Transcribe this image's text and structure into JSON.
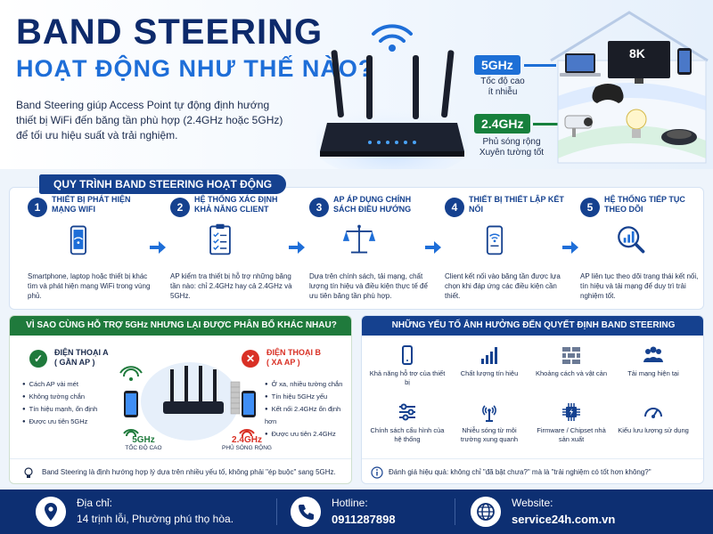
{
  "hero": {
    "title_line1": "BAND STEERING",
    "title_line2": "HOẠT ĐỘNG NHƯ THẾ NÀO?",
    "intro": "Band Steering giúp Access Point tự động định hướng thiết bị WiFi đến băng tần phù hợp (2.4GHz hoặc 5GHz) để tối ưu hiệu suất và trải nghiệm.",
    "band5": {
      "label": "5GHz",
      "desc1": "Tốc độ cao",
      "desc2": "ít nhiễu",
      "tv_label": "8K"
    },
    "band24": {
      "label": "2.4GHz",
      "desc1": "Phủ sóng rộng",
      "desc2": "Xuyên tường tốt"
    }
  },
  "process": {
    "title": "QUY TRÌNH BAND STEERING HOẠT ĐỘNG",
    "steps": [
      {
        "num": "1",
        "title": "THIẾT BỊ PHÁT HIỆN MẠNG WIFI",
        "desc": "Smartphone, laptop hoặc thiết bị khác tìm và phát hiện mạng WiFi trong vùng phủ.",
        "icon": "smartphone-wifi-icon"
      },
      {
        "num": "2",
        "title": "HỆ THỐNG XÁC ĐỊNH KHẢ NĂNG CLIENT",
        "desc": "AP kiểm tra thiết bị hỗ trợ những băng tần nào: chỉ 2.4GHz hay cả 2.4GHz và 5GHz.",
        "icon": "checklist-icon"
      },
      {
        "num": "3",
        "title": "AP ÁP DỤNG CHÍNH SÁCH ĐIỀU HƯỚNG",
        "desc": "Dựa trên chính sách, tải mạng, chất lượng tín hiệu và điều kiện thực tế để ưu tiên băng tần phù hợp.",
        "icon": "balance-scale-icon"
      },
      {
        "num": "4",
        "title": "THIẾT BỊ THIẾT LẬP KẾT NỐI",
        "desc": "Client kết nối vào băng tần được lựa chọn khi đáp ứng các điều kiện cần thiết.",
        "icon": "phone-connect-icon"
      },
      {
        "num": "5",
        "title": "HỆ THỐNG TIẾP TỤC THEO DÕI",
        "desc": "AP liên tục theo dõi trạng thái kết nối, tín hiệu và tải mạng để duy trì trải nghiệm tốt.",
        "icon": "magnifier-chart-icon"
      }
    ]
  },
  "why": {
    "title": "VÌ SAO CÙNG HỖ TRỢ 5GHz NHƯNG LẠI ĐƯỢC PHÂN BỔ KHÁC NHAU?",
    "phoneA": {
      "name1": "ĐIỆN THOẠI A",
      "name2": "( GẦN AP )",
      "bullets": [
        "Cách AP vài mét",
        "Không tường chắn",
        "Tín hiệu mạnh, ổn định",
        "Được ưu tiên 5GHz"
      ],
      "color": "#1f7a3c"
    },
    "phoneB": {
      "name1": "ĐIỆN THOẠI B",
      "name2": "( XA AP )",
      "bullets": [
        "Ở xa, nhiều tường chắn",
        "Tín hiệu 5GHz yếu",
        "Kết nối 2.4GHz ổn định hơn",
        "Được ưu tiên 2.4GHz"
      ],
      "color": "#d93025"
    },
    "freqA": {
      "label": "5GHz",
      "sub": "TỐC ĐỘ CAO"
    },
    "freqB": {
      "label": "2.4GHz",
      "sub": "PHỦ SÓNG RỘNG"
    },
    "hint": "Band Steering là định hướng hợp lý dựa trên nhiều yếu tố, không phải \"ép buộc\" sang 5GHz."
  },
  "factors": {
    "title": "NHỮNG YẾU TỐ ẢNH HƯỞNG ĐẾN QUYẾT ĐỊNH BAND STEERING",
    "items": [
      {
        "label": "Khả năng hỗ trợ của thiết bị",
        "icon": "phone-icon"
      },
      {
        "label": "Chất lượng tín hiệu",
        "icon": "signal-bars-icon"
      },
      {
        "label": "Khoảng cách và vật cản",
        "icon": "brick-wall-icon"
      },
      {
        "label": "Tải mạng hiện tại",
        "icon": "users-icon"
      },
      {
        "label": "Chính sách cấu hình của hệ thống",
        "icon": "sliders-icon"
      },
      {
        "label": "Nhiễu sóng từ môi trường xung quanh",
        "icon": "antenna-icon"
      },
      {
        "label": "Firmware / Chipset nhà sản xuất",
        "icon": "chip-icon"
      },
      {
        "label": "Kiểu lưu lượng sử dụng",
        "icon": "speedometer-icon"
      }
    ],
    "hint": "Đánh giá hiệu quả: không chỉ \"đã bật chưa?\" mà là \"trải nghiệm có tốt hơn không?\""
  },
  "footer": {
    "address_label": "Địa chỉ:",
    "address_value": "14 trịnh lỗi, Phường phú thọ hòa.",
    "hotline_label": "Hotline:",
    "hotline_value": "0911287898",
    "website_label": "Website:",
    "website_value": "service24h.com.vn"
  },
  "colors": {
    "navy": "#0d2f72",
    "blue": "#1e6ed8",
    "green": "#1f7a3c",
    "red": "#d93025"
  }
}
